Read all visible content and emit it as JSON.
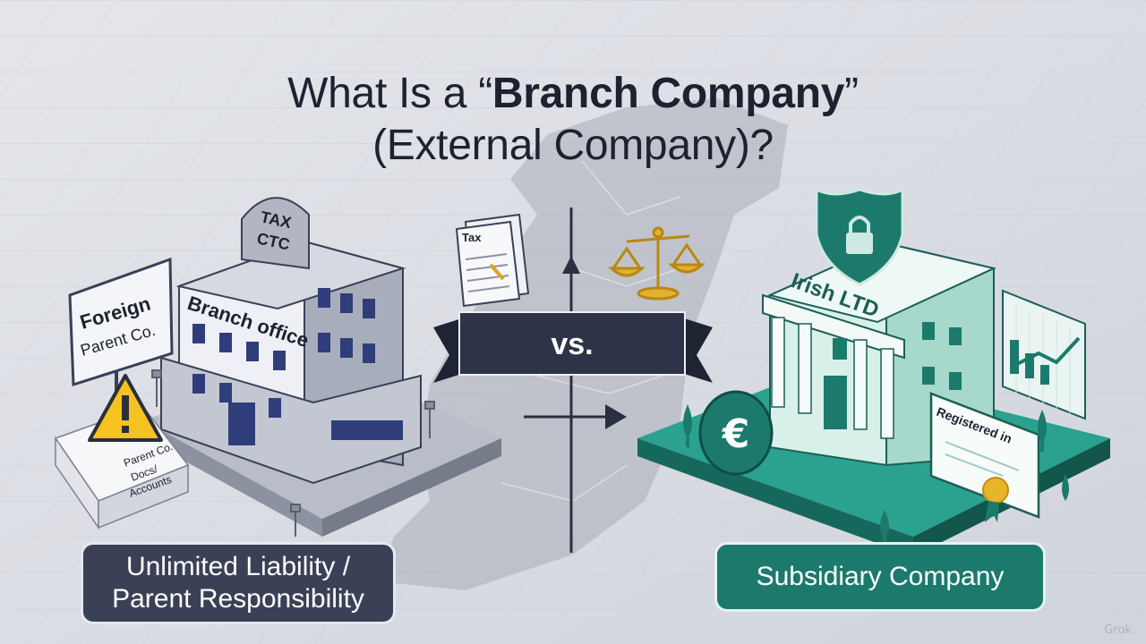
{
  "title": {
    "line1_prefix": "What Is a “",
    "line1_bold": "Branch Company",
    "line1_suffix": "”",
    "line2": "(External Company)?"
  },
  "left": {
    "sign_line1": "Foreign",
    "sign_line2": "Parent Co.",
    "building_label": "Branch office",
    "rooftop_line1": "TAX",
    "rooftop_line2": "CTC",
    "docs_line1": "Parent Co.",
    "docs_line2": "Docs/",
    "docs_line3": "Accounts",
    "caption_line1": "Unlimited Liability /",
    "caption_line2": "Parent Responsibility"
  },
  "center": {
    "tax_doc_label": "Tax",
    "banner_label": "vs."
  },
  "right": {
    "building_label": "Irish LTD",
    "certificate_label": "Registered in",
    "caption": "Subsidiary Company"
  },
  "watermark": "Grok",
  "colors": {
    "navy": "#2e3447",
    "teal": "#1c7a6d",
    "teal_light": "#cde9e1",
    "warning": "#f5c320",
    "gold": "#d9a520"
  }
}
